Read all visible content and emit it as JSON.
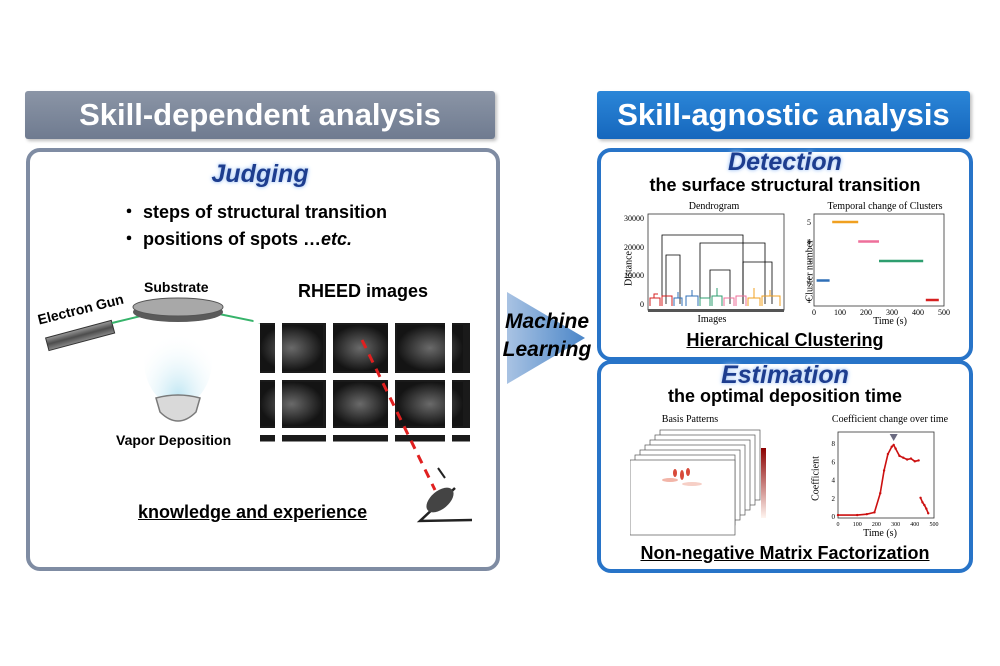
{
  "left": {
    "header": "Skill-dependent analysis",
    "title": "Judging",
    "bullets": [
      {
        "marker": "・",
        "text": "steps of structural transition",
        "suffix": ""
      },
      {
        "marker": "・",
        "text": "positions of spots …",
        "suffix": "etc."
      }
    ],
    "labels": {
      "substrate": "Substrate",
      "electron_gun": "Electron Gun",
      "rheed": "RHEED images",
      "vapor": "Vapor Deposition",
      "knowledge": "knowledge and experience"
    }
  },
  "middle": {
    "line1": "Machine",
    "line2": "Learning"
  },
  "right": {
    "header": "Skill-agnostic analysis",
    "detection": {
      "title": "Detection",
      "subtitle": "the surface structural transition",
      "method": "Hierarchical Clustering",
      "chart_data": [
        {
          "type": "dendrogram",
          "title": "Dendrogram",
          "xlabel": "Images",
          "ylabel": "Distance",
          "yticks": [
            "0",
            "10000",
            "20000",
            "30000"
          ],
          "ylim": [
            0,
            30000
          ]
        },
        {
          "type": "scatter",
          "title": "Temporal change of Clusters",
          "xlabel": "Time (s)",
          "ylabel": "Cluster number",
          "xlim": [
            0,
            500
          ],
          "ylim": [
            1,
            5
          ],
          "xticks": [
            "0",
            "100",
            "200",
            "300",
            "400",
            "500"
          ],
          "yticks": [
            "1",
            "2",
            "3",
            "4",
            "5"
          ],
          "segments": [
            {
              "cluster": 2,
              "x": [
                10,
                60
              ],
              "color": "#2f6fb7"
            },
            {
              "cluster": 5,
              "x": [
                70,
                170
              ],
              "color": "#f0a020"
            },
            {
              "cluster": 4,
              "x": [
                170,
                250
              ],
              "color": "#ee6f9a"
            },
            {
              "cluster": 3,
              "x": [
                250,
                420
              ],
              "color": "#2e9e6f"
            },
            {
              "cluster": 1,
              "x": [
                430,
                480
              ],
              "color": "#d62020"
            }
          ]
        }
      ]
    },
    "estimation": {
      "title": "Estimation",
      "subtitle": "the optimal deposition time",
      "method": "Non-negative Matrix Factorization",
      "basis_title": "Basis Patterns",
      "chart_data": {
        "type": "line",
        "title": "Coefficient change over time",
        "xlabel": "Time (s)",
        "ylabel": "Coefficient",
        "xlim": [
          0,
          500
        ],
        "ylim": [
          0,
          9
        ],
        "xticks": [
          "0",
          "100",
          "200",
          "300",
          "400",
          "500"
        ],
        "yticks": [
          "0",
          "2",
          "4",
          "6",
          "8"
        ],
        "series": [
          {
            "color": "#cc1010",
            "segments": [
              [
                [
                  0,
                  0.1
                ],
                [
                  100,
                  0.1
                ],
                [
                  150,
                  0.2
                ],
                [
                  190,
                  0.4
                ],
                [
                  220,
                  2.5
                ],
                [
                  240,
                  5
                ],
                [
                  260,
                  6.8
                ],
                [
                  280,
                  7.6
                ],
                [
                  290,
                  7.8
                ],
                [
                  300,
                  7.4
                ],
                [
                  320,
                  6.6
                ],
                [
                  340,
                  6.4
                ],
                [
                  360,
                  6.2
                ],
                [
                  380,
                  6.3
                ],
                [
                  400,
                  6.0
                ],
                [
                  420,
                  6.1
                ]
              ],
              [
                [
                  430,
                  2
                ],
                [
                  440,
                  1.5
                ],
                [
                  450,
                  1.2
                ],
                [
                  460,
                  0.8
                ],
                [
                  470,
                  0.3
                ]
              ]
            ]
          }
        ],
        "marker_x": 290
      }
    }
  }
}
